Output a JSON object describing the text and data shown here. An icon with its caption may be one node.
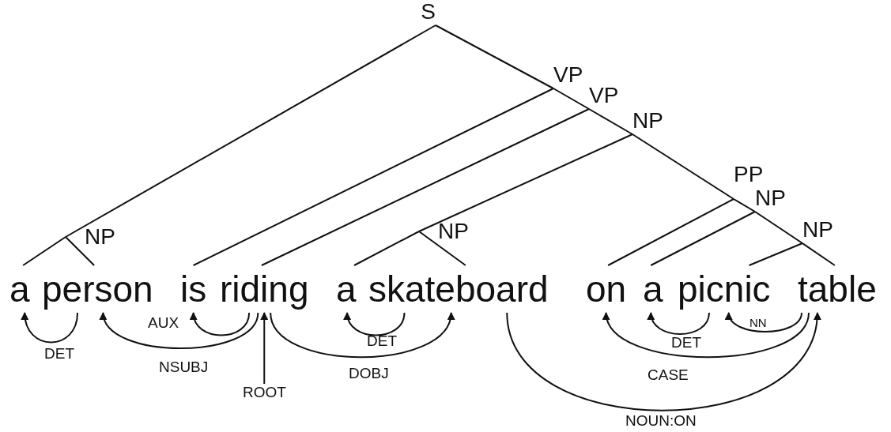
{
  "diagram": {
    "nodes": [
      {
        "text": [
          "S"
        ]
      },
      {
        "text": [
          "VP"
        ]
      },
      {
        "text": [
          "VP"
        ]
      },
      {
        "text": [
          "NP"
        ]
      },
      {
        "text": [
          "PP"
        ]
      },
      {
        "text": [
          "NP"
        ]
      },
      {
        "text": [
          "NP"
        ]
      },
      {
        "text": [
          "NP"
        ]
      },
      {
        "text": [
          "NP"
        ]
      },
      {
        "text": [
          "a"
        ]
      },
      {
        "text": [
          "person"
        ]
      },
      {
        "text": [
          "is"
        ]
      },
      {
        "text": [
          "riding"
        ]
      },
      {
        "text": [
          "a"
        ]
      },
      {
        "text": [
          "skateboard"
        ]
      },
      {
        "text": [
          "on"
        ]
      },
      {
        "text": [
          "a"
        ]
      },
      {
        "text": [
          "picnic"
        ]
      },
      {
        "text": [
          "table"
        ]
      },
      {
        "text": [
          "ROOT"
        ]
      }
    ],
    "edges": [
      {
        "from": 0,
        "to": 7,
        "arrow": "none"
      },
      {
        "from": 0,
        "to": 1,
        "arrow": "none"
      },
      {
        "from": 7,
        "to": 9,
        "arrow": "none"
      },
      {
        "from": 7,
        "to": 10,
        "arrow": "none"
      },
      {
        "from": 1,
        "to": 11,
        "arrow": "none"
      },
      {
        "from": 1,
        "to": 2,
        "arrow": "none"
      },
      {
        "from": 2,
        "to": 12,
        "arrow": "none"
      },
      {
        "from": 2,
        "to": 3,
        "arrow": "none"
      },
      {
        "from": 3,
        "to": 8,
        "arrow": "none"
      },
      {
        "from": 3,
        "to": 4,
        "arrow": "none"
      },
      {
        "from": 8,
        "to": 13,
        "arrow": "none"
      },
      {
        "from": 8,
        "to": 14,
        "arrow": "none"
      },
      {
        "from": 4,
        "to": 15,
        "arrow": "none"
      },
      {
        "from": 4,
        "to": 5,
        "arrow": "none"
      },
      {
        "from": 5,
        "to": 16,
        "arrow": "none"
      },
      {
        "from": 5,
        "to": 6,
        "arrow": "none"
      },
      {
        "from": 6,
        "to": 17,
        "arrow": "none"
      },
      {
        "from": 6,
        "to": 18,
        "arrow": "none"
      },
      {
        "from": 10,
        "to": 9,
        "arrow": "to",
        "label": "DET"
      },
      {
        "from": 12,
        "to": 11,
        "arrow": "to",
        "label": "AUX"
      },
      {
        "from": 12,
        "to": 10,
        "arrow": "to",
        "label": "NSUBJ"
      },
      {
        "from": 19,
        "to": 12,
        "arrow": "to"
      },
      {
        "from": 14,
        "to": 13,
        "arrow": "to",
        "label": "DET"
      },
      {
        "from": 12,
        "to": 14,
        "arrow": "to",
        "label": "DOBJ"
      },
      {
        "from": 17,
        "to": 16,
        "arrow": "to",
        "label": "DET"
      },
      {
        "from": 18,
        "to": 17,
        "arrow": "to",
        "label": "NN"
      },
      {
        "from": 18,
        "to": 15,
        "arrow": "to",
        "label": "CASE"
      },
      {
        "from": 14,
        "to": 18,
        "arrow": "to",
        "label": "NOUN:ON"
      }
    ]
  }
}
